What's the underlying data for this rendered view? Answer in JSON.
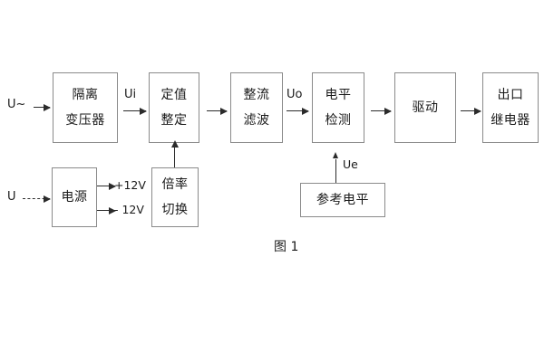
{
  "figure": {
    "caption": "图 1",
    "inputs": {
      "ac_source": "U~",
      "dc_source": "U"
    },
    "signal_labels": {
      "ui": "Ui",
      "uo": "Uo",
      "ue": "Ue"
    },
    "power_rails": {
      "positive": "+12V",
      "negative": "- 12V"
    },
    "main_chain": [
      {
        "id": "isolation-transformer",
        "lines": [
          "隔离",
          "变压器"
        ]
      },
      {
        "id": "setpoint-setting",
        "lines": [
          "定值",
          "整定"
        ]
      },
      {
        "id": "rectify-filter",
        "lines": [
          "整流",
          "滤波"
        ]
      },
      {
        "id": "level-detection",
        "lines": [
          "电平",
          "检测"
        ]
      },
      {
        "id": "drive",
        "lines": [
          "驱动"
        ]
      },
      {
        "id": "output-relay",
        "lines": [
          "出口",
          "继电器"
        ]
      }
    ],
    "auxiliary_blocks": [
      {
        "id": "power-supply",
        "lines": [
          "电源"
        ]
      },
      {
        "id": "multiplier-switch",
        "lines": [
          "倍率",
          "切换"
        ]
      },
      {
        "id": "reference-level",
        "lines": [
          "参考电平"
        ]
      }
    ]
  }
}
